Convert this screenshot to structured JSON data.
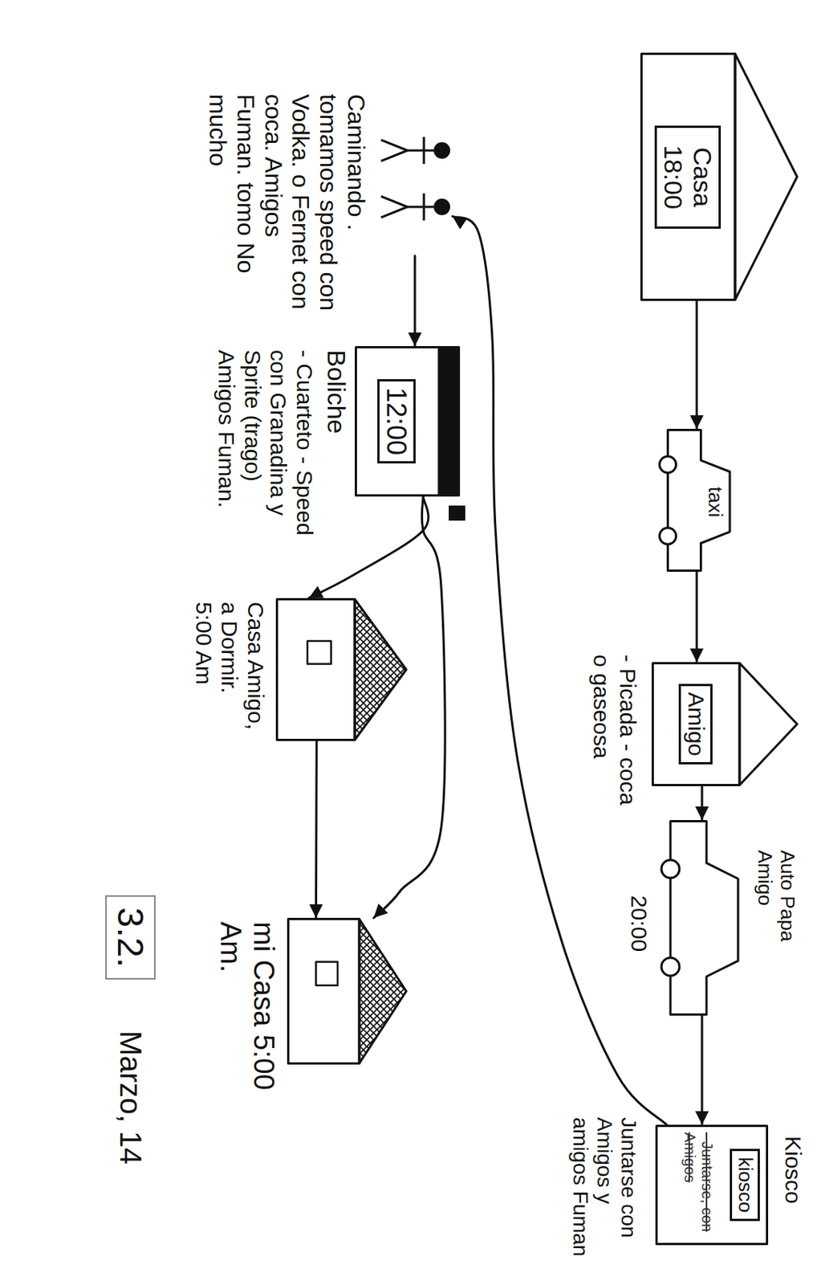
{
  "diagram": {
    "nodes": [
      {
        "text": [
          "Casa 18:00"
        ]
      },
      {
        "text": [
          "taxi"
        ]
      },
      {
        "text": [
          "Amigo",
          "- Picada - coca o gaseosa"
        ]
      },
      {
        "text": [
          "Auto Papa Amigo",
          "20:00"
        ]
      },
      {
        "text": [
          "Kiosco",
          "kiosco",
          "- Juntarse, con Amigos",
          "Juntarse con Amigos y amigos Fuman"
        ]
      },
      {
        "text": [
          "Caminando . tomamos speed con Vodka. o Fernet con coca. Amigos Fuman. tomo No mucho"
        ]
      },
      {
        "text": [
          "12:00",
          "Boliche",
          "- Cuarteto - Speed con Granadina y Sprite (trago) Amigos Fuman."
        ]
      },
      {
        "text": [
          "Casa Amigo, a Dormir. 5:00 Am"
        ]
      },
      {
        "text": [
          "mi Casa 5:00 Am."
        ]
      }
    ],
    "edges": [
      {
        "from": 0,
        "to": 1,
        "arrow": "to"
      },
      {
        "from": 1,
        "to": 2,
        "arrow": "to"
      },
      {
        "from": 2,
        "to": 3,
        "arrow": "to"
      },
      {
        "from": 3,
        "to": 4,
        "arrow": "to"
      },
      {
        "from": 4,
        "to": 5,
        "arrow": "to"
      },
      {
        "from": 5,
        "to": 6,
        "arrow": "to"
      },
      {
        "from": 6,
        "to": 7,
        "arrow": "to"
      },
      {
        "from": 6,
        "to": 8,
        "arrow": "to"
      },
      {
        "from": 7,
        "to": 8,
        "arrow": "to"
      }
    ],
    "labels": [
      "3.2.",
      "Marzo, 14"
    ]
  }
}
